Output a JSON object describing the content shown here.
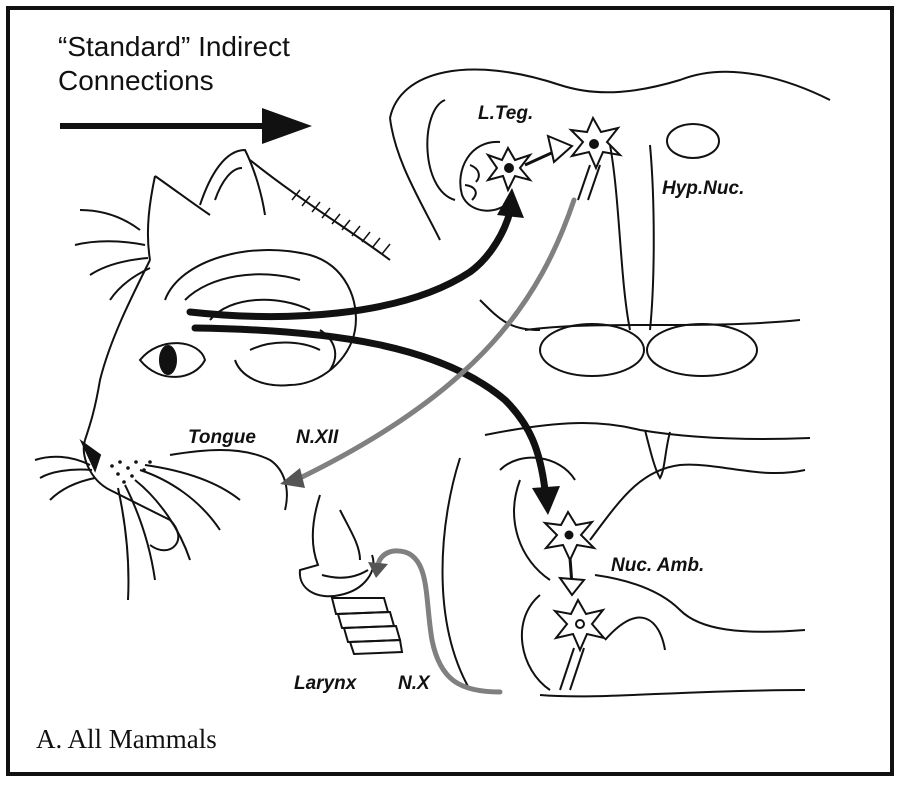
{
  "header": {
    "line1": "“Standard” Indirect",
    "line2": "Connections"
  },
  "labels": {
    "l_teg": "L.Teg.",
    "hyp_nuc": "Hyp.Nuc.",
    "tongue": "Tongue",
    "n_xii": "N.XII",
    "nuc_amb": "Nuc. Amb.",
    "larynx": "Larynx",
    "n_x": "N.X"
  },
  "caption": "A. All Mammals",
  "colors": {
    "ink": "#111111",
    "nerve_gray": "#808080",
    "background": "#ffffff"
  }
}
